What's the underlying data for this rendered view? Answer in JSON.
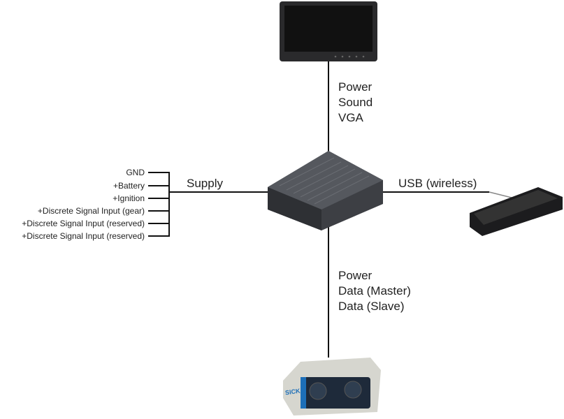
{
  "monitor_labels": [
    "Power",
    "Sound",
    "VGA"
  ],
  "supply_label": "Supply",
  "usb_label": "USB (wireless)",
  "sensor_labels": [
    "Power",
    "Data (Master)",
    "Data (Slave)"
  ],
  "supply_signals": [
    "GND",
    "+Battery",
    "+Ignition",
    "+Discrete Signal Input (gear)",
    "+Discrete Signal Input (reserved)",
    "+Discrete Signal Input (reserved)"
  ],
  "sensor_brand": "SICK"
}
